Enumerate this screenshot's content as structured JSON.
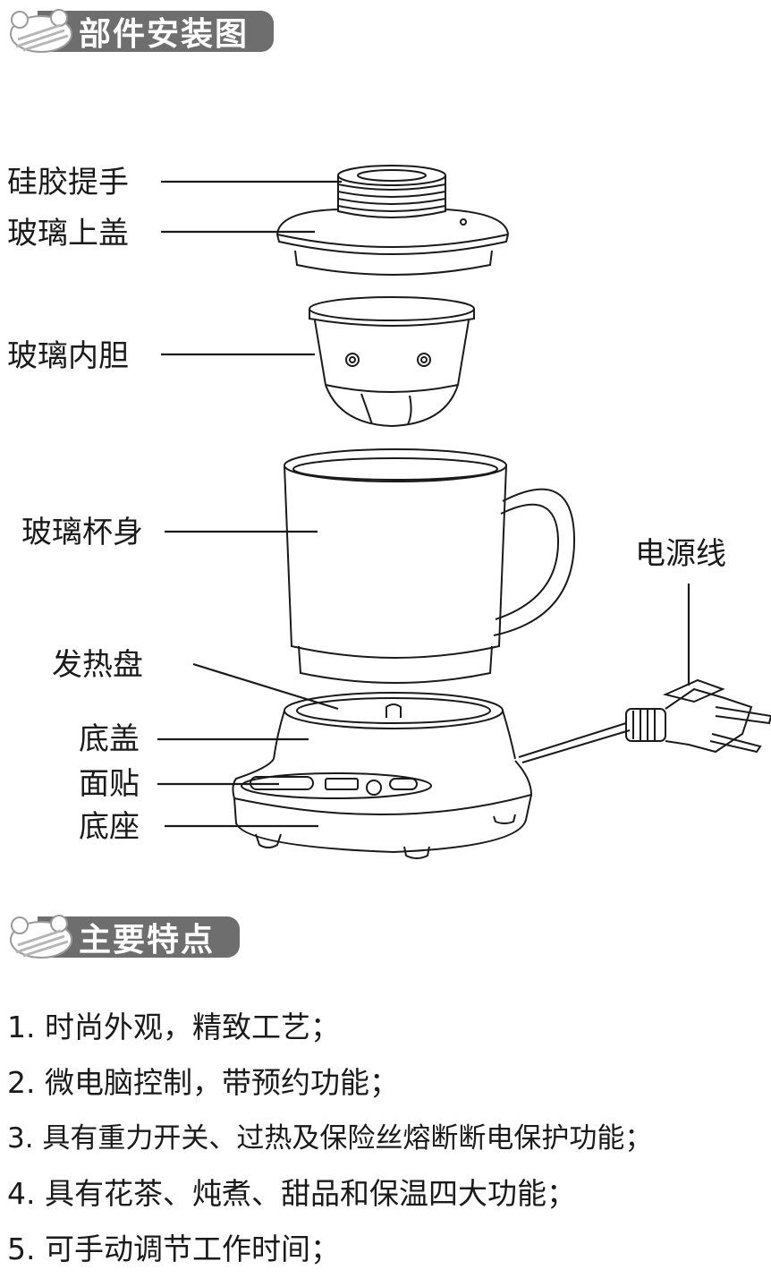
{
  "sections": {
    "assembly_title": "部件安装图",
    "features_title": "主要特点"
  },
  "parts": {
    "handle": "硅胶提手",
    "glass_lid": "玻璃上盖",
    "inner_liner": "玻璃内胆",
    "cup_body": "玻璃杯身",
    "heating_plate": "发热盘",
    "base_cover": "底盖",
    "panel_sticker": "面贴",
    "base": "底座",
    "power_cord": "电源线"
  },
  "features": [
    "1. 时尚外观，精致工艺；",
    "2. 微电脑控制，带预约功能；",
    "3. 具有重力开关、过热及保险丝熔断断电保护功能；",
    "4. 具有花茶、炖煮、甜品和保温四大功能；",
    "5. 可手动调节工作时间；"
  ],
  "colors": {
    "banner": "#6e6e6e",
    "line": "#1a1a1a",
    "badge": "#9a9a9a"
  }
}
